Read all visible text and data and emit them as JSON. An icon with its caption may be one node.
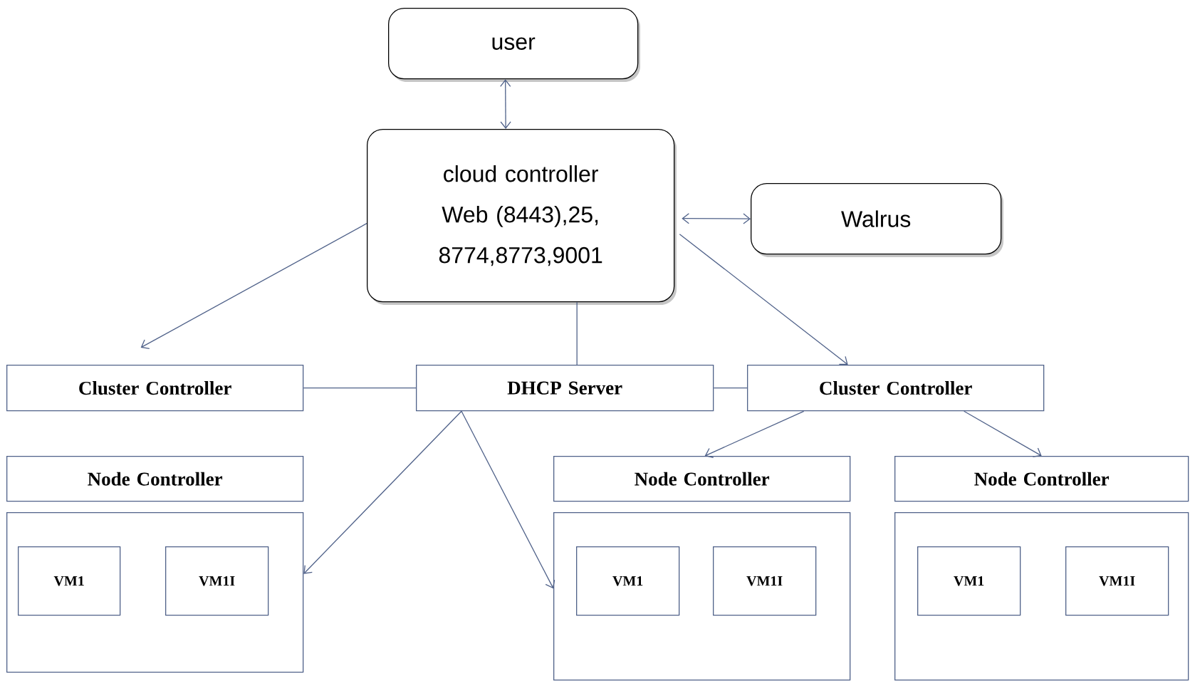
{
  "diagram": {
    "nodes": [
      {
        "text": [
          "user"
        ]
      },
      {
        "text": [
          "cloud controller",
          "Web (8443),25, 8774,8773,9001"
        ]
      },
      {
        "text": [
          "Walrus"
        ]
      },
      {
        "text": [
          "Cluster Controller"
        ]
      },
      {
        "text": [
          "DHCP Server"
        ]
      },
      {
        "text": [
          "Cluster Controller"
        ]
      },
      {
        "text": [
          "Node Controller"
        ]
      },
      {
        "text": [],
        "shape": "box"
      },
      {
        "text": [
          "VM1"
        ],
        "in": 7
      },
      {
        "text": [
          "VM1I"
        ],
        "in": 7
      },
      {
        "text": [
          "Node Controller"
        ]
      },
      {
        "text": [],
        "shape": "box"
      },
      {
        "text": [
          "VM1"
        ],
        "in": 11
      },
      {
        "text": [
          "VM1I"
        ],
        "in": 11
      },
      {
        "text": [
          "Node Controller"
        ]
      },
      {
        "text": [],
        "shape": "box"
      },
      {
        "text": [
          "VM1"
        ],
        "in": 15
      },
      {
        "text": [
          "VM1I"
        ],
        "in": 15
      }
    ],
    "edges": [
      {
        "from": 0,
        "to": 1,
        "arrow": "both"
      },
      {
        "from": 1,
        "to": 2,
        "arrow": "both"
      },
      {
        "from": 1,
        "to": 3,
        "arrow": "to"
      },
      {
        "from": 1,
        "to": 5,
        "arrow": "to"
      },
      {
        "from": 1,
        "to": 4,
        "arrow": "none"
      },
      {
        "from": 3,
        "to": 4,
        "arrow": "none"
      },
      {
        "from": 4,
        "to": 5,
        "arrow": "none"
      },
      {
        "from": 4,
        "to": 7,
        "arrow": "to"
      },
      {
        "from": 4,
        "to": 11,
        "arrow": "to"
      },
      {
        "from": 5,
        "to": 10,
        "arrow": "to"
      },
      {
        "from": 5,
        "to": 14,
        "arrow": "to"
      }
    ]
  }
}
